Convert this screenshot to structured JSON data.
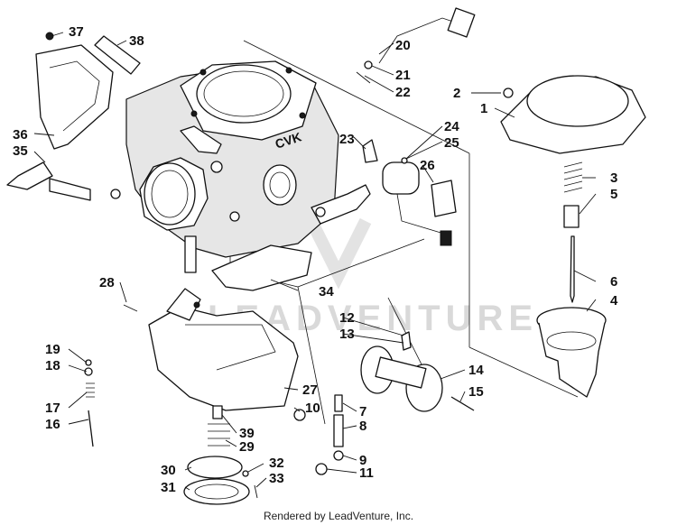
{
  "watermark": "LEADVENTURE",
  "credit": "Rendered by LeadVenture, Inc.",
  "body_marking": "CVK",
  "callouts": [
    "1",
    "2",
    "3",
    "4",
    "5",
    "6",
    "7",
    "8",
    "9",
    "10",
    "11",
    "12",
    "13",
    "14",
    "15",
    "16",
    "17",
    "18",
    "19",
    "20",
    "21",
    "22",
    "23",
    "24",
    "25",
    "26",
    "27",
    "28",
    "29",
    "30",
    "31",
    "32",
    "33",
    "34",
    "35",
    "36",
    "37",
    "38",
    "39"
  ]
}
